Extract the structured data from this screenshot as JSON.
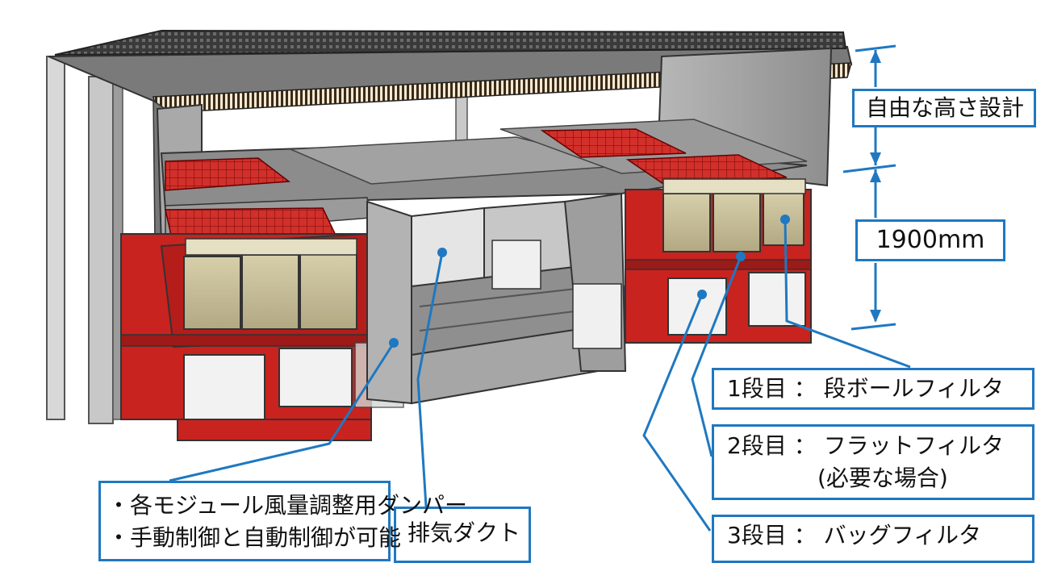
{
  "labels": {
    "height_design": "自由な高さ設計",
    "module_height": "1900mm",
    "filter_stage1": "1段目 ： 段ボールフィルタ",
    "filter_stage2_line1": "2段目 ： フラットフィルタ",
    "filter_stage2_line2": "(必要な場合)",
    "filter_stage3": "3段目 ： バッグフィルタ",
    "exhaust_duct": "排気ダクト",
    "damper_line1": "・各モジュール風量調整用ダンパー",
    "damper_line2": "・手動制御と自動制御が可能"
  },
  "colors": {
    "callout": "#1f78c1",
    "module_red": "#c8231f",
    "grate_red": "#e03a36",
    "steel_gray": "#9a9a9a",
    "filter_beige": "#c9c09a"
  }
}
